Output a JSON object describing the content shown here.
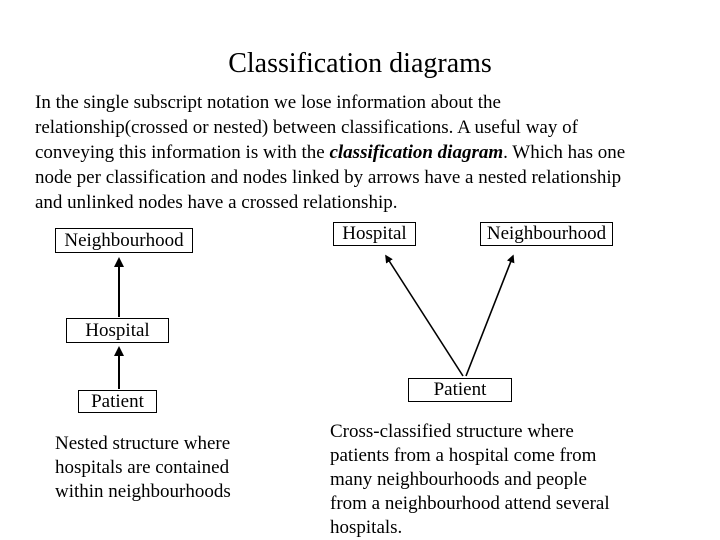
{
  "slide_title": "Classification diagrams",
  "intro": {
    "line1": "In the single subscript notation we lose information about the",
    "line2": "relationship(crossed or nested) between classifications. A useful way of",
    "line3_pre": "conveying this information is with the ",
    "line3_em": "classification diagram",
    "line3_post": ". Which has one",
    "line4": "node per classification and nodes linked by arrows have a nested relationship",
    "line5": "and unlinked nodes have a crossed relationship."
  },
  "nested_diagram": {
    "node_top": "Neighbourhood",
    "node_middle": "Hospital",
    "node_bottom": "Patient",
    "caption_line1": "Nested structure where",
    "caption_line2": "hospitals are contained",
    "caption_line3": "within neighbourhoods"
  },
  "crossed_diagram": {
    "node_top_left": "Hospital",
    "node_top_right": "Neighbourhood",
    "node_bottom": "Patient",
    "caption_line1": "Cross-classified structure where",
    "caption_line2": "patients from a hospital come from",
    "caption_line3": "many neighbourhoods and people",
    "caption_line4": "from a neighbourhood attend several",
    "caption_line5": "hospitals."
  },
  "colors": {
    "background": "#ffffff",
    "text": "#000000",
    "box_border": "#000000",
    "arrow": "#000000"
  }
}
